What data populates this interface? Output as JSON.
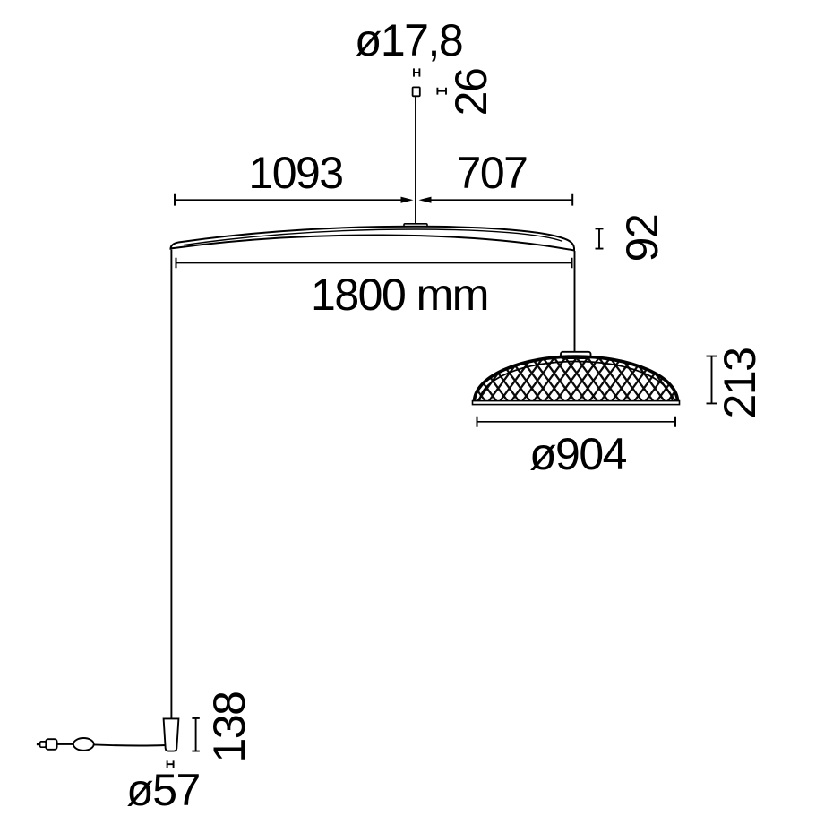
{
  "drawing": {
    "type": "technical-dimension-drawing",
    "subject": "arc floor lamp with dome lattice shade, ceiling canopy and counterweight base",
    "colors": {
      "line": "#000000",
      "background": "#ffffff"
    },
    "labels": {
      "canopy_diameter": "ø17,8",
      "canopy_height": "26",
      "left_span": "1093",
      "right_span": "707",
      "bar_total_length": "1800 mm",
      "bar_height": "92",
      "shade_height": "213",
      "shade_diameter": "ø904",
      "base_height": "138",
      "base_diameter": "ø57"
    }
  }
}
